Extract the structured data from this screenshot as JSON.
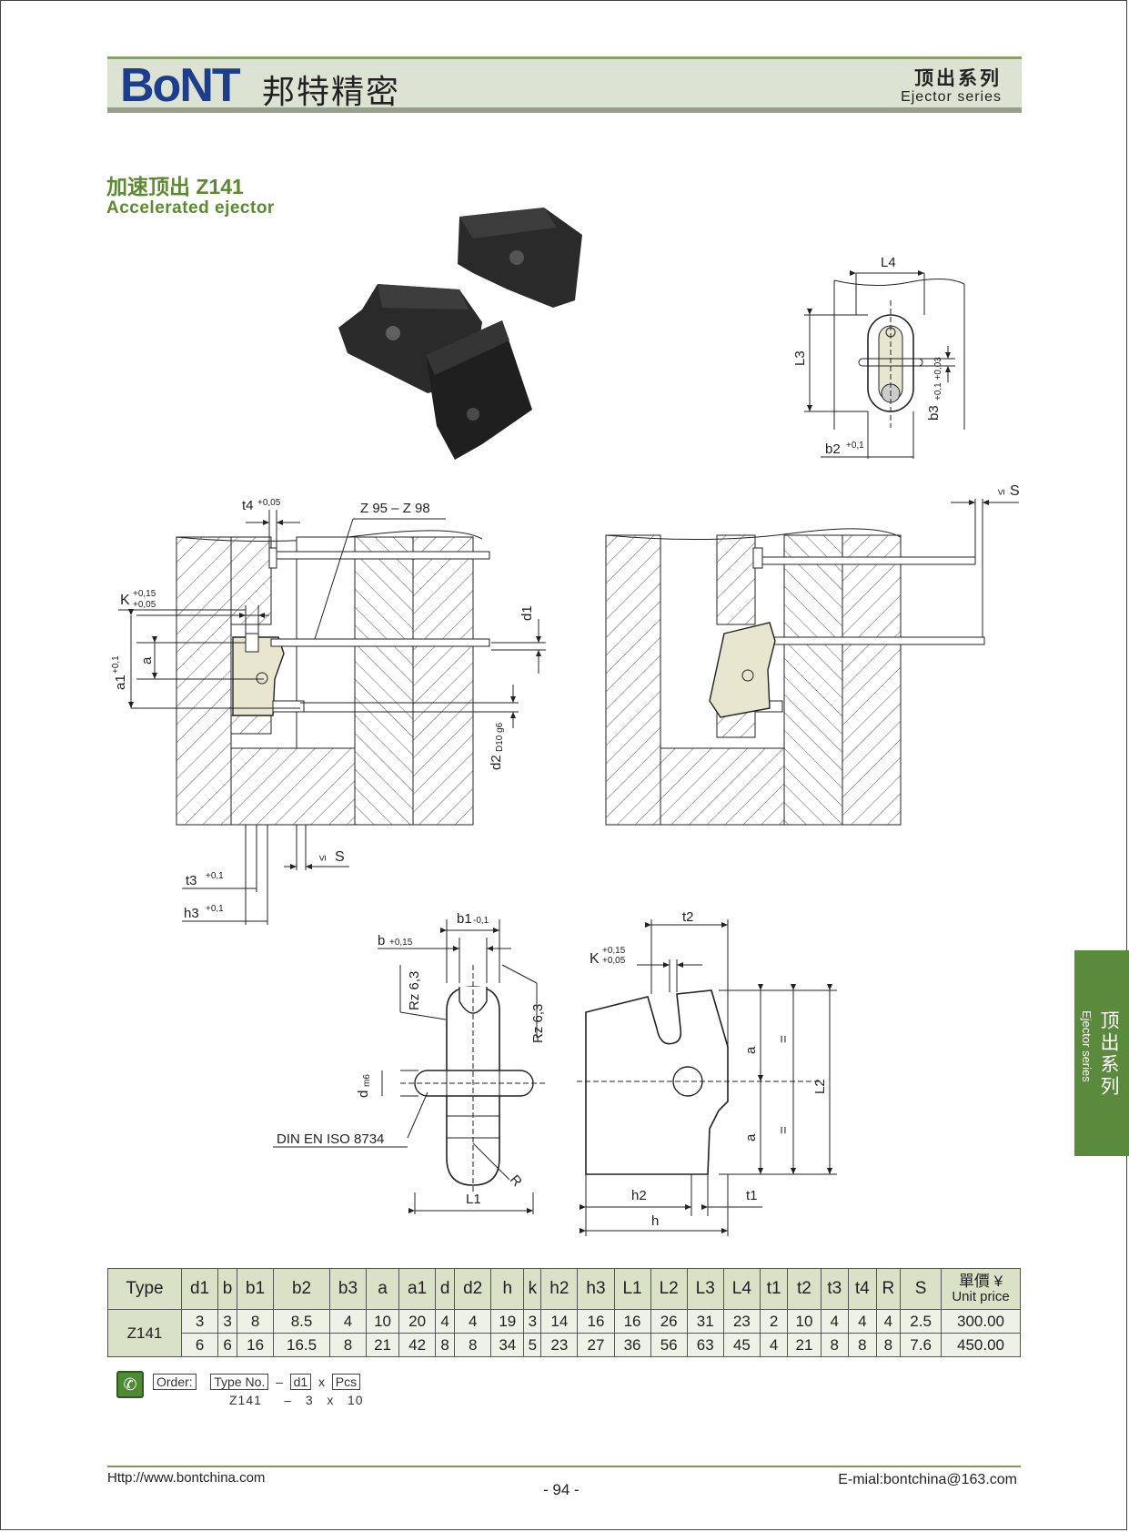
{
  "header": {
    "logo_text": "BoNT",
    "logo_cn": "邦特精密",
    "series_cn": "顶出系列",
    "series_en": "Ejector series"
  },
  "title": {
    "cn": "加速顶出 Z141",
    "en": "Accelerated ejector"
  },
  "side_tab": {
    "cn": "顶出系列",
    "en": "Ejector series"
  },
  "drawing_labels": {
    "L4": "L4",
    "L3": "L3",
    "b3": "b3",
    "b3_tol": "+0,1 +0,03",
    "b2": "b2",
    "b2_tol": "+0,1",
    "t4": "t4",
    "t4_tol": "+0,05",
    "z_range": "Z 95 – Z 98",
    "K": "K",
    "K_tol_up": "+0,15",
    "K_tol_dn": "+0,05",
    "a": "a",
    "a1": "a1",
    "a1_tol": "+0,1",
    "d1": "d1",
    "d2": "d2",
    "d2_tol": "D10 g6",
    "S": "S",
    "le": "≤",
    "t3": "t3",
    "t3_tol": "+0,1",
    "h3": "h3",
    "h3_tol": "+0,1",
    "b1": "b1",
    "b1_tol": "-0,1",
    "b": "b",
    "b_tol": "+0,15",
    "rz": "Rz 6,3",
    "d": "d",
    "d_tol": "m6",
    "din": "DIN EN ISO 8734",
    "R": "R",
    "L1": "L1",
    "t2": "t2",
    "L2": "L2",
    "eq": "=",
    "h2": "h2",
    "h": "h",
    "t1": "t1"
  },
  "table": {
    "headers": [
      "Type",
      "d1",
      "b",
      "b1",
      "b2",
      "b3",
      "a",
      "a1",
      "d",
      "d2",
      "h",
      "k",
      "h2",
      "h3",
      "L1",
      "L2",
      "L3",
      "L4",
      "t1",
      "t2",
      "t3",
      "t4",
      "R",
      "S"
    ],
    "price_header_cn": "單價 ¥",
    "price_header_en": "Unit price",
    "type_name": "Z141",
    "rows": [
      [
        "3",
        "3",
        "8",
        "8.5",
        "4",
        "10",
        "20",
        "4",
        "4",
        "19",
        "3",
        "14",
        "16",
        "16",
        "26",
        "31",
        "23",
        "2",
        "10",
        "4",
        "4",
        "4",
        "2.5",
        "300.00"
      ],
      [
        "6",
        "6",
        "16",
        "16.5",
        "8",
        "21",
        "42",
        "8",
        "8",
        "34",
        "5",
        "23",
        "27",
        "36",
        "56",
        "63",
        "45",
        "4",
        "21",
        "8",
        "8",
        "8",
        "7.6",
        "450.00"
      ]
    ]
  },
  "order": {
    "label": "Order:",
    "type_no": "Type No.",
    "dash": "–",
    "d1": "d1",
    "x": "x",
    "pcs": "Pcs",
    "example_type": "Z141",
    "example_d1": "3",
    "example_pcs": "10"
  },
  "footer": {
    "website": "Http://www.bontchina.com",
    "page": "- 94 -",
    "email": "E-mial:bontchina@163.com"
  }
}
